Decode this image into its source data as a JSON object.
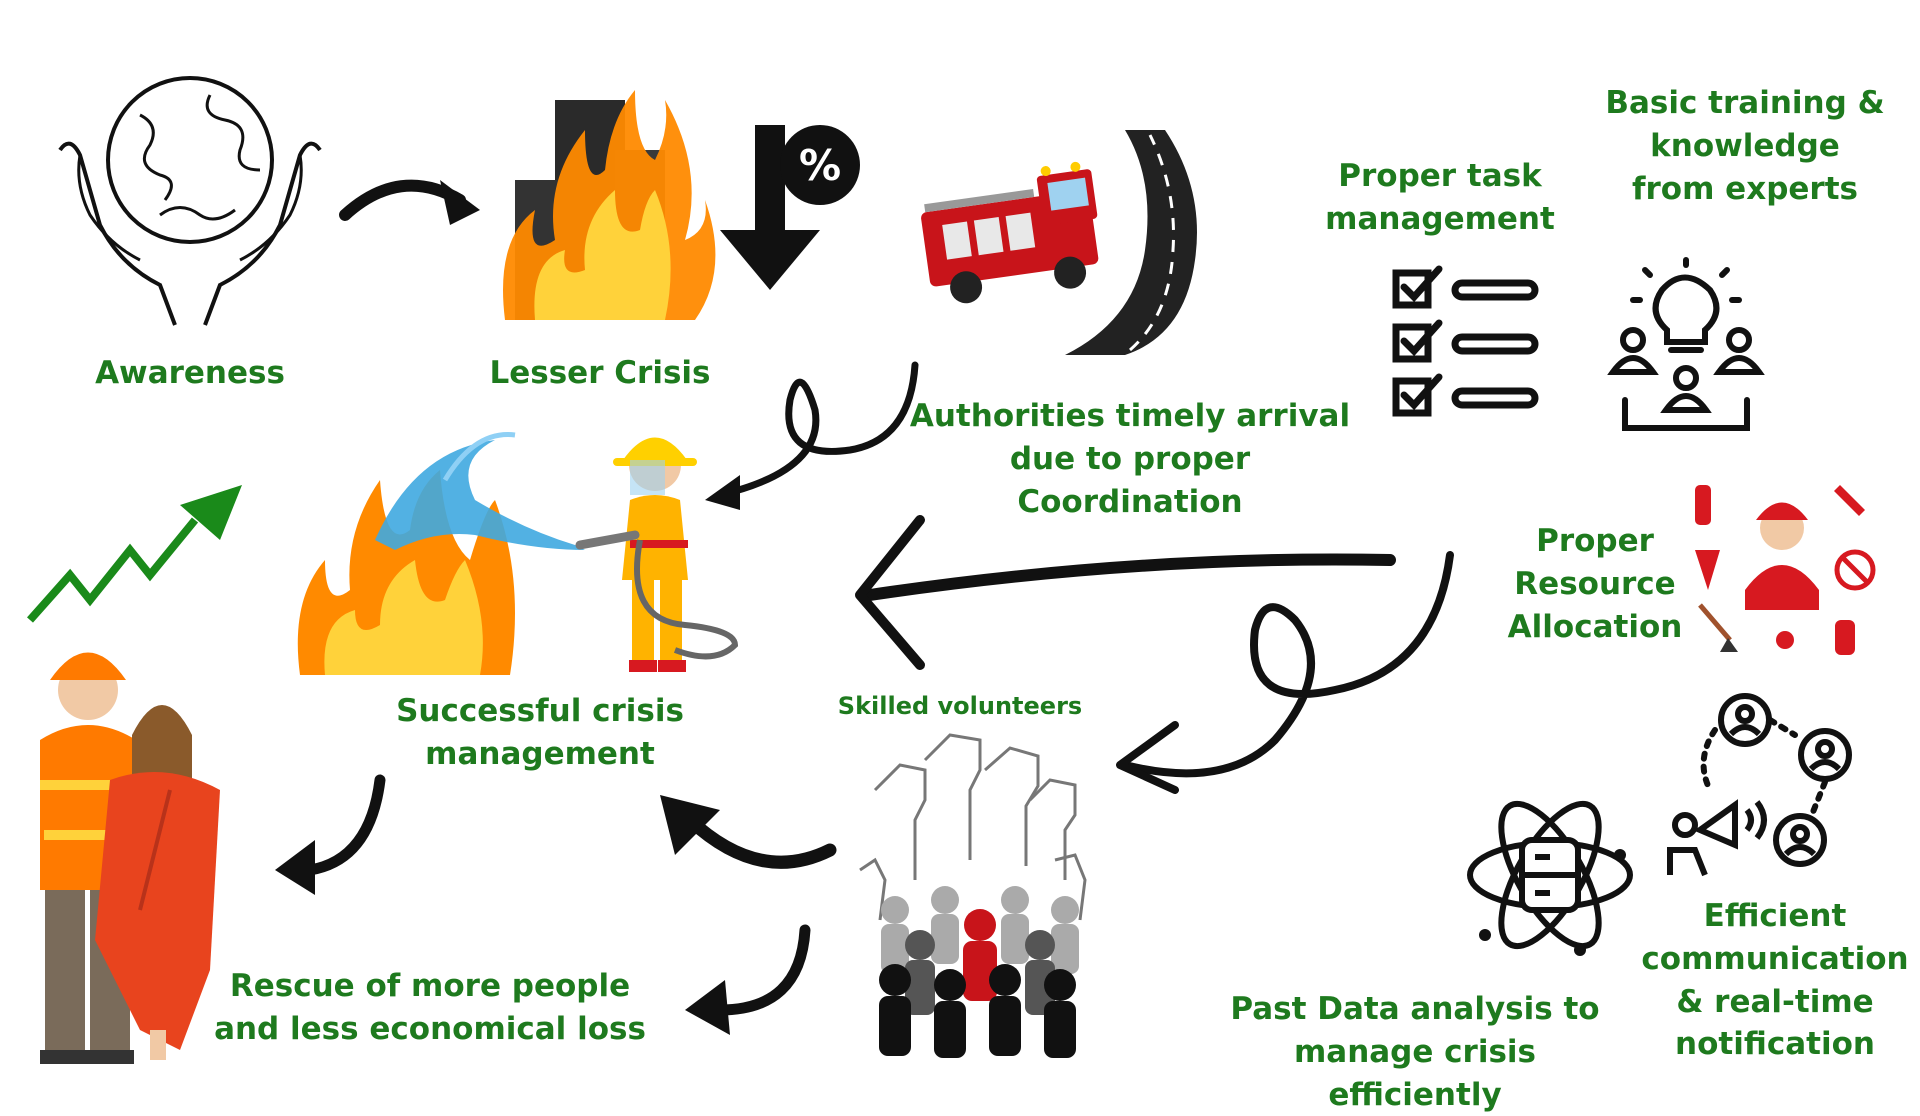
{
  "labels": {
    "awareness": "Awareness",
    "lesser_crisis": "Lesser Crisis",
    "authorities": "Authorities timely arrival\ndue to proper\nCoordination",
    "task_mgmt": "Proper task\nmanagement",
    "training": "Basic training &\nknowledge\nfrom experts",
    "resource": "Proper\nResource\nAllocation",
    "skilled": "Skilled volunteers",
    "successful": "Successful crisis\nmanagement",
    "rescue": "Rescue of more people\nand less economical loss",
    "past_data": "Past Data analysis to\nmanage crisis efficiently",
    "efficient": "Efficient\ncommunication\n& real-time\nnotification"
  },
  "icons": {
    "percent_symbol": "%"
  },
  "colors": {
    "label_green": "#1e7a1e",
    "arrow_black": "#111111",
    "growth_green": "#1a8a1a",
    "fire_orange": "#ff8a00",
    "fire_yellow": "#ffd23a",
    "truck_red": "#c8141a",
    "water_blue": "#3fa9e0"
  }
}
